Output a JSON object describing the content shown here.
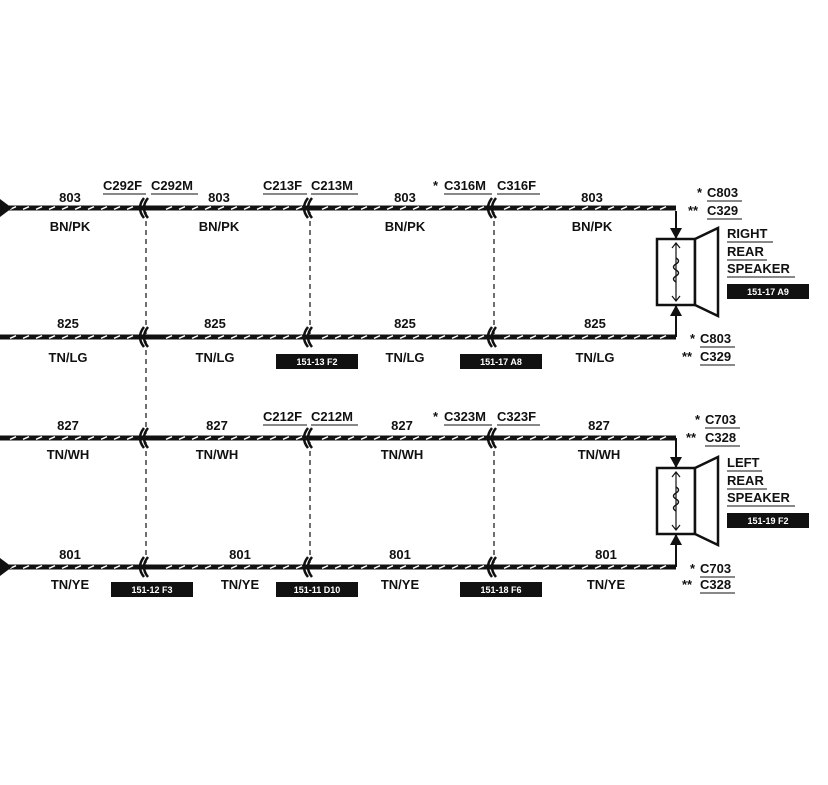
{
  "wires": [
    {
      "id": "w803",
      "number": "803",
      "color": "BN/PK"
    },
    {
      "id": "w825",
      "number": "825",
      "color": "TN/LG"
    },
    {
      "id": "w827",
      "number": "827",
      "color": "TN/WH"
    },
    {
      "id": "w801",
      "number": "801",
      "color": "TN/YE"
    }
  ],
  "connectors": {
    "c292f": "C292F",
    "c292m": "C292M",
    "c213f": "C213F",
    "c213m": "C213M",
    "c316m": "C316M",
    "c316f": "C316F",
    "c212f": "C212F",
    "c212m": "C212M",
    "c323m": "C323M",
    "c323f": "C323F",
    "c803": "C803",
    "c329": "C329",
    "c703": "C703",
    "c328": "C328",
    "star": "*",
    "star2": "**"
  },
  "speakers": {
    "right": {
      "line1": "RIGHT",
      "line2": "REAR",
      "line3": "SPEAKER",
      "ref": "151-17 A9"
    },
    "left": {
      "line1": "LEFT",
      "line2": "REAR",
      "line3": "SPEAKER",
      "ref": "151-19 F2"
    }
  },
  "refs": {
    "r1": "151-13 F2",
    "r2": "151-17 A8",
    "r3": "151-12 F3",
    "r4": "151-11 D10",
    "r5": "151-18 F6"
  }
}
